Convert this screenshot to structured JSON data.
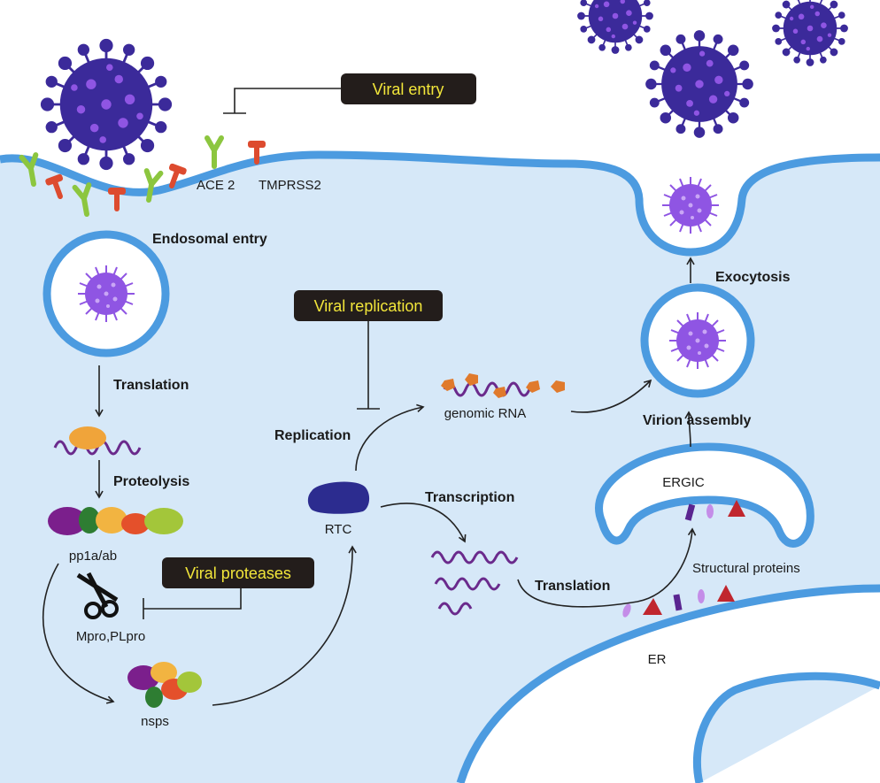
{
  "badges": {
    "viral_entry": "Viral entry",
    "viral_replication": "Viral replication",
    "viral_proteases": "Viral proteases"
  },
  "labels": {
    "ace2": "ACE 2",
    "tmprss2": "TMPRSS2",
    "endosomal_entry": "Endosomal entry",
    "translation_1": "Translation",
    "proteolysis": "Proteolysis",
    "pp1a_ab": "pp1a/ab",
    "mpro_plpro": "Mpro,PLpro",
    "nsps": "nsps",
    "rtc": "RTC",
    "replication": "Replication",
    "genomic_rna": "genomic RNA",
    "transcription": "Transcription",
    "translation_2": "Translation",
    "structural_proteins": "Structural proteins",
    "ergic": "ERGIC",
    "er": "ER",
    "virion_assembly": "Virion assembly",
    "exocytosis": "Exocytosis"
  },
  "colors": {
    "cytoplasm": "#d6e8f8",
    "membrane": "#4c9be0",
    "badge_bg": "#231d1b",
    "badge_text": "#f2e63a",
    "virus_dark": "#3b2a9a",
    "virus_light": "#8f55e3",
    "ace2_green": "#8cc63f",
    "tmprss2_red": "#dd4b2f",
    "rna_purple": "#6a2a8c",
    "rtc_blue": "#2c2c8f"
  }
}
